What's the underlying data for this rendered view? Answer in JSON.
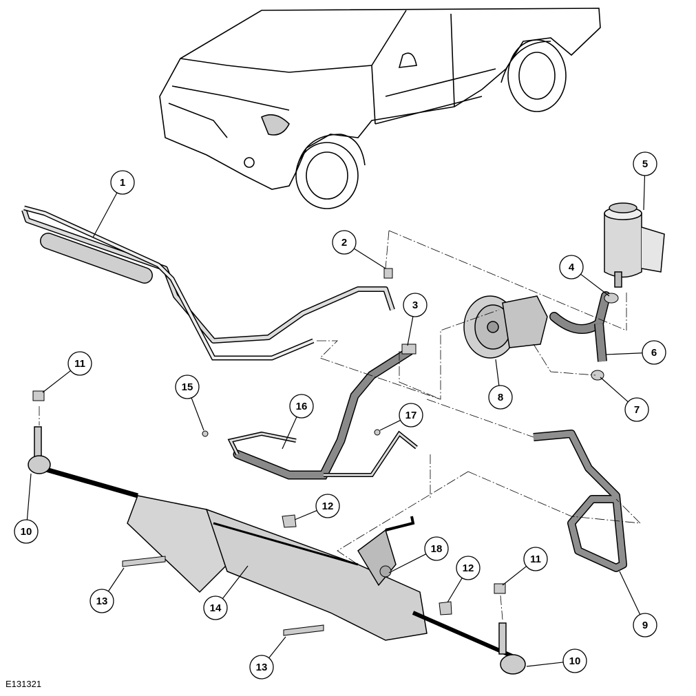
{
  "figure": {
    "id": "E131321",
    "callouts": [
      "1",
      "2",
      "3",
      "4",
      "5",
      "6",
      "7",
      "8",
      "9",
      "10",
      "10",
      "11",
      "11",
      "12",
      "12",
      "13",
      "13",
      "14",
      "15",
      "16",
      "17",
      "18"
    ]
  },
  "colors": {
    "line": "#000000",
    "part_fill": "#d9d9d9",
    "part_dark": "#a6a6a6",
    "callout_fill": "#ffffff"
  }
}
